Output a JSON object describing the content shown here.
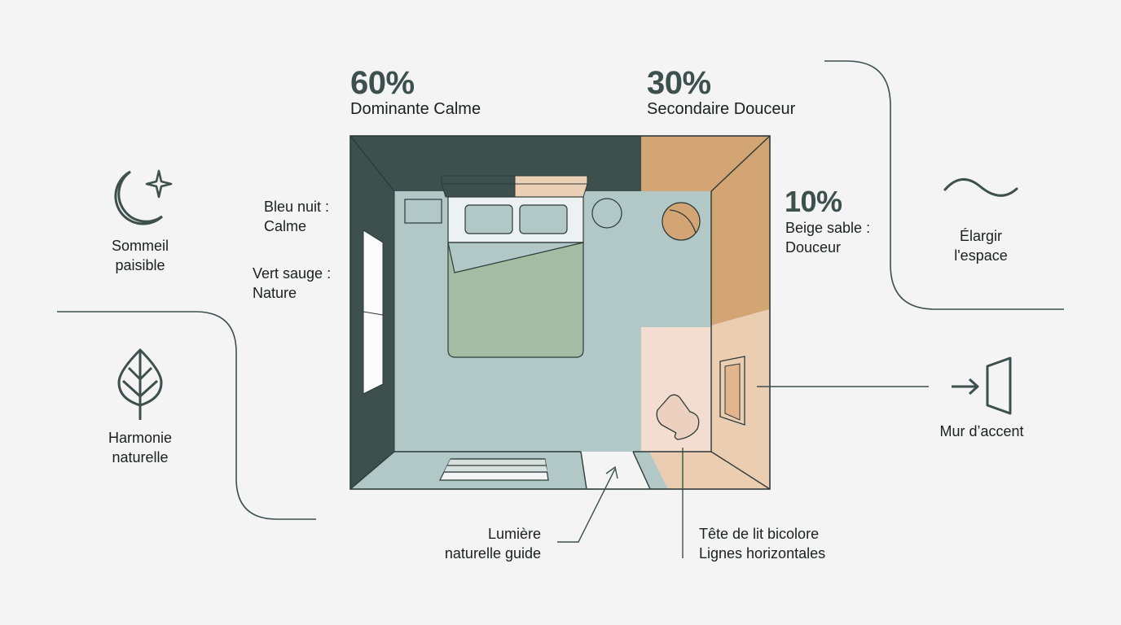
{
  "palette": {
    "dark_teal": "#3d504d",
    "floor_blue": "#b2c8c7",
    "sage": "#a4bca4",
    "sand": "#d4a574",
    "peach": "#f3ddd0",
    "peach_wall": "#ebcdb2",
    "line": "#2d3a38",
    "background": "#f3f4f3"
  },
  "stats": [
    {
      "value": "60%",
      "label": "Dominante Calme"
    },
    {
      "value": "30%",
      "label": "Secondaire Douceur"
    },
    {
      "value": "10%",
      "label": "Beige sable :",
      "label2": "Douceur"
    }
  ],
  "color_labels": {
    "bleu": {
      "line1": "Bleu nuit :",
      "line2": "Calme"
    },
    "vert": {
      "line1": "Vert sauge :",
      "line2": "Nature"
    }
  },
  "benefits": {
    "sommeil": {
      "icon": "moon-star-icon",
      "line1": "Sommeil",
      "line2": "paisible"
    },
    "harmonie": {
      "icon": "leaf-icon",
      "line1": "Harmonie",
      "line2": "naturelle"
    },
    "elargir": {
      "icon": "wave-icon",
      "line1": "Élargir",
      "line2": "l'espace"
    },
    "mur": {
      "icon": "accent-wall-icon",
      "line1": "Mur d’accent"
    }
  },
  "annotations": {
    "lumiere": {
      "line1": "Lumière",
      "line2": "naturelle guide"
    },
    "tete": {
      "line1": "Tête de lit bicolore",
      "line2": "Lignes horizontales"
    }
  }
}
